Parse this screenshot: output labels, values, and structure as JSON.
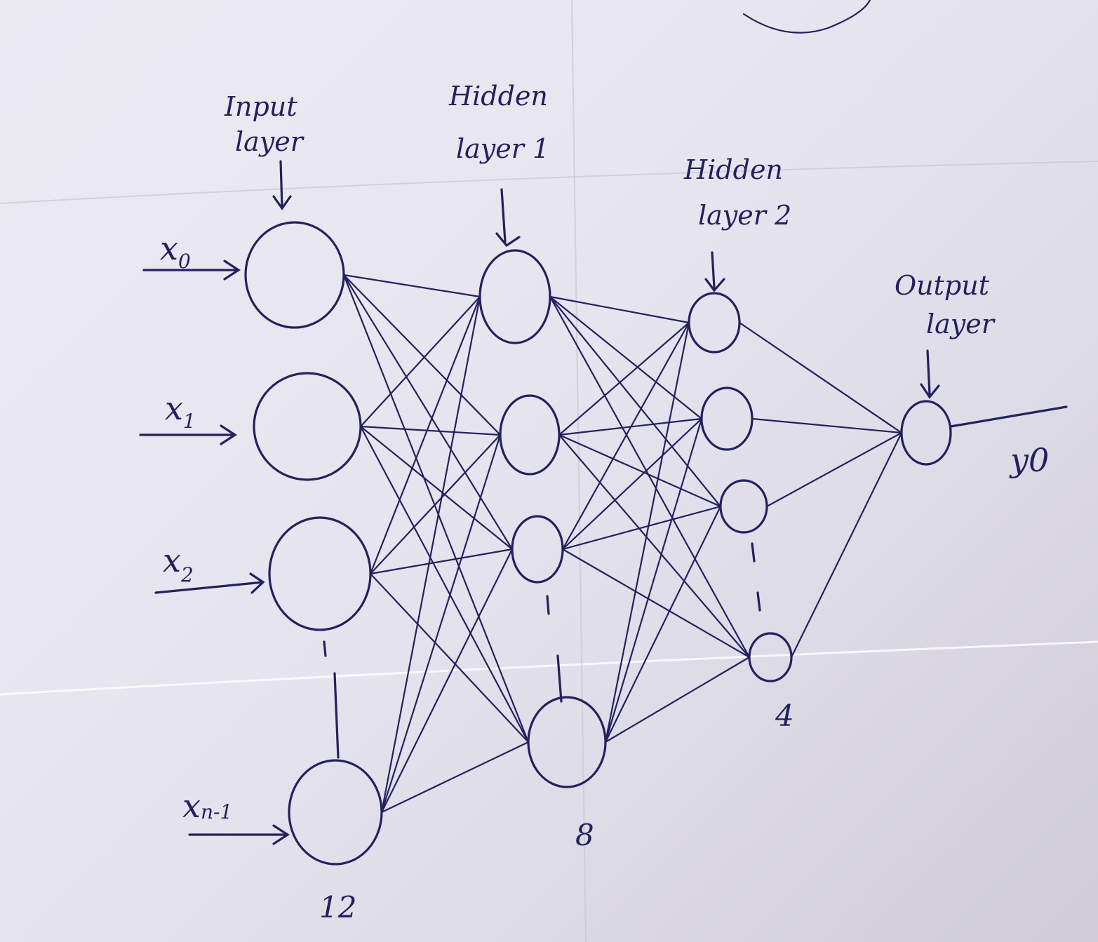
{
  "layers": {
    "input": {
      "label_line1": "Input",
      "label_line2": "layer",
      "count": "12"
    },
    "hidden1": {
      "label_line1": "Hidden",
      "label_line2": "layer 1",
      "count": "8"
    },
    "hidden2": {
      "label_line1": "Hidden",
      "label_line2": "layer 2",
      "count": "4"
    },
    "output": {
      "label_line1": "Output",
      "label_line2": "layer"
    }
  },
  "inputs": [
    {
      "name": "x",
      "sub": "0"
    },
    {
      "name": "x",
      "sub": "1"
    },
    {
      "name": "x",
      "sub": "2"
    },
    {
      "name": "x",
      "sub": "n-1"
    }
  ],
  "output_value": "y0",
  "colors": {
    "ink": "#23215e",
    "paper": "#e8e6ef"
  }
}
